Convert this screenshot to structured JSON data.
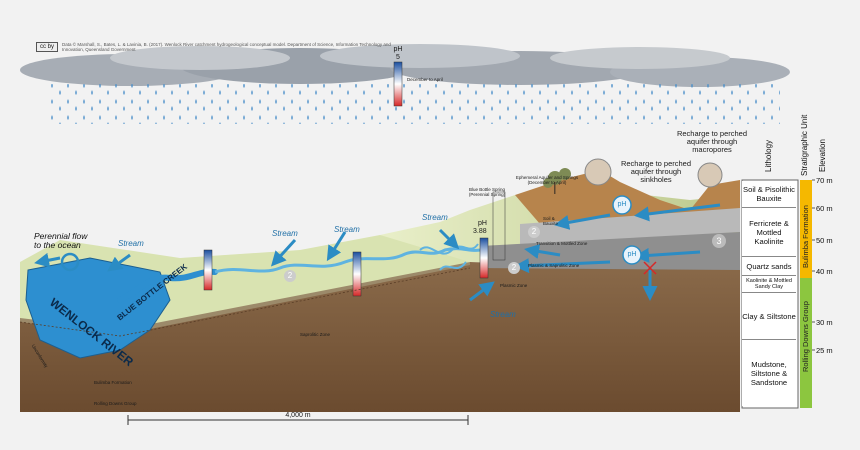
{
  "license_badge": "cc by",
  "citation_text": "Data © Marshall, S., Bates, L. & Lavinia, B. (2017). Wenlock River catchment hydrogeological conceptual model. Department of Science, Information Technology and Innovation, Queensland Government",
  "ph_rain": {
    "label": "pH",
    "value": "5",
    "period": "December to April"
  },
  "labels": {
    "perennial_flow": "Perennial flow\nto the ocean",
    "wenlock_river": "WENLOCK RIVER",
    "blue_bottle_creek": "BLUE BOTTLE CREEK",
    "stream_1": "Stream",
    "stream_2": "Stream",
    "stream_3": "Stream",
    "stream_4": "Stream",
    "stream_5": "Stream",
    "blue_bottle_spring": "Blue Bottle Spring\n(Perennial Spring)",
    "ph_spring_label": "pH",
    "ph_spring_value": "3.88",
    "ephemeral_aquifer": "Ephemeral Aquifer and Springs\n(December to April)",
    "recharge_sinkholes": "Recharge to perched\naquifer through\nsinkholes",
    "recharge_macropores": "Recharge to perched\naquifer through\nmacropores",
    "soil_bauxite": "Soil &\nBauxite",
    "transition_zone": "Transition & Mottled Zone",
    "plasmic_saprolitic": "Plasmic & Saprolitic Zone",
    "plasmic_zone": "Plasmic Zone",
    "saprolitic_zone": "Saprolitic Zone",
    "unconformity": "Unconformity",
    "bulimba_formation": "Bulimba Formation",
    "rolling_downs_group": "Rolling Downs Group",
    "scale_bar": "4,000 m",
    "ph_bubble": "pH",
    "marker_2a": "2",
    "marker_2b": "2",
    "marker_2c": "2",
    "marker_2d": "2",
    "marker_3": "3"
  },
  "column_headers": {
    "lithology": "Lithology",
    "stratigraphic_unit": "Stratigraphic Unit",
    "elevation": "Elevation"
  },
  "lithology": [
    "Soil & Pisolithic Bauxite",
    "Ferricrete & Mottled Kaolinite",
    "Quartz sands",
    "Kaolinite & Mottled Sandy Clay",
    "Clay & Siltstone",
    "Mudstone, Siltstone & Sandstone"
  ],
  "strat_units": {
    "upper": "Bulimba Formation",
    "lower": "Rolling Downs Group",
    "upper_color": "#f5b800",
    "lower_color": "#8cc63f"
  },
  "elevations": [
    "70 m",
    "60 m",
    "50 m",
    "40 m",
    "30 m",
    "25 m"
  ],
  "colors": {
    "water": "#2d8fd0",
    "arrow": "#2b8cc4",
    "bedrock": "#7b5a3c",
    "plateau": "#c9d6a0"
  }
}
